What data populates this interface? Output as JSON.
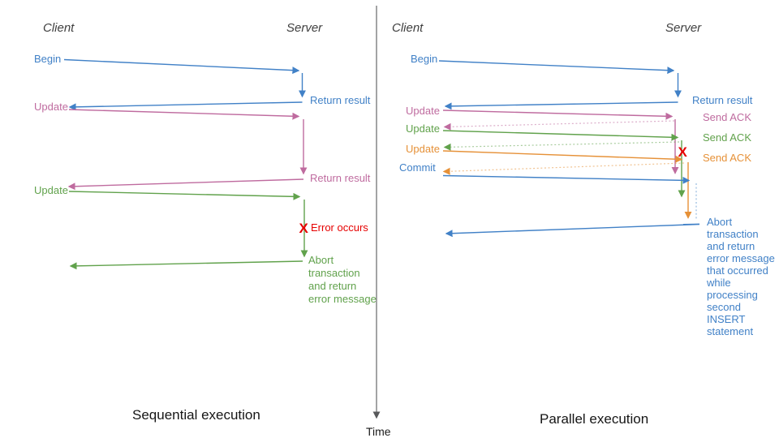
{
  "colors": {
    "blue": "#4181c7",
    "pink": "#bf6b9f",
    "green": "#61a24c",
    "orange": "#e69138",
    "red": "#e60000",
    "axis": "#58595b"
  },
  "time_axis": {
    "label": "Time"
  },
  "left_panel": {
    "caption": "Sequential execution",
    "client_header": "Client",
    "server_header": "Server",
    "messages": {
      "begin": "Begin",
      "begin_return": "Return result",
      "update1": "Update",
      "update1_return": "Return result",
      "update2": "Update",
      "error_mark": "X",
      "error_label": "Error occurs",
      "abort_lines": [
        "Abort",
        "transaction",
        "and return",
        "error message"
      ]
    }
  },
  "right_panel": {
    "caption": "Parallel execution",
    "client_header": "Client",
    "server_header": "Server",
    "messages": {
      "begin": "Begin",
      "begin_return": "Return result",
      "update1": "Update",
      "update1_ack": "Send ACK",
      "update2": "Update",
      "update2_ack": "Send ACK",
      "update3": "Update",
      "update3_ack": "Send ACK",
      "commit": "Commit",
      "error_mark": "X",
      "abort_lines": [
        "Abort",
        "transaction",
        "and return",
        "error message",
        "that occurred",
        "while",
        "processing",
        "second",
        "INSERT",
        "statement"
      ]
    }
  }
}
